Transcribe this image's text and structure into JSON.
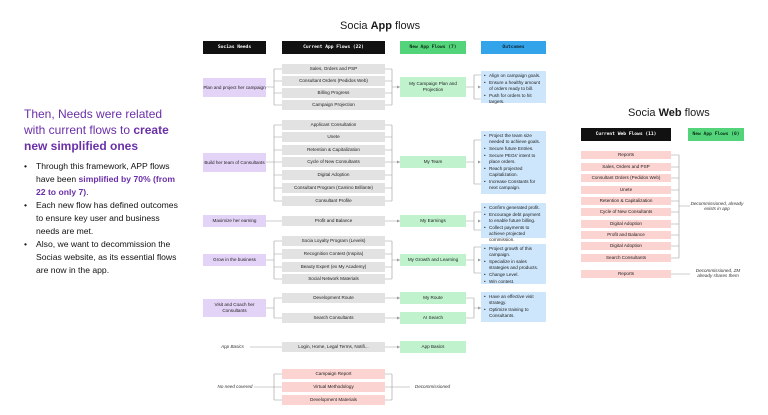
{
  "app_title": {
    "pre": "Socia ",
    "bold": "App",
    "post": " flows"
  },
  "web_title": {
    "pre": "Socia ",
    "bold": "Web",
    "post": " flows"
  },
  "left": {
    "heading_plain": "Then, Needs were related with current flows to ",
    "heading_highlight": "create new simplified ones",
    "bullets": [
      {
        "a": "Through this framework, APP flows have been ",
        "b": "simplified by 70% (from 22 to only 7)",
        "c": "."
      },
      {
        "a": "Each new flow has defined outcomes to ensure key user and business needs are met.",
        "b": "",
        "c": ""
      },
      {
        "a": "Also, we want to decommission the Socias website, as its essential flows are now in the app.",
        "b": "",
        "c": ""
      }
    ]
  },
  "headers": {
    "needs": "Socias Needs",
    "current": "Current App Flows (22)",
    "new": "New App Flows (7)",
    "outcomes": "Outcomes",
    "web_current": "Current Web Flows (11)",
    "web_new": "New App Flows (0)"
  },
  "needs": [
    "Plan and project her campaign",
    "Build her team of Consultants",
    "Maximize her earning",
    "Grow in the business",
    "Visit and Coach her Consultants"
  ],
  "current_flows": [
    "Sales, Orders and PSP",
    "Consultant Orders (Pedidos Web)",
    "Billing Progress",
    "Campaign Projection",
    "Applicant Consultation",
    "Unete",
    "Retention & Capitalization",
    "Cycle of New Consultants",
    "Digital Adoption",
    "Consultant Program (Camino Brillante)",
    "Consultant Profile",
    "Profit and Balance",
    "Socia Loyalty Program (Levels)",
    "Recognition Contest (Inspira)",
    "Beauty Expert (ex My Academy)",
    "Social Network Materials",
    "Development Route",
    "Search Consultants"
  ],
  "new_flows": [
    "My Campaign Plan and Projection",
    "My Team",
    "My Earnings",
    "My Growth and Learning",
    "My Route",
    "AI Search",
    "App Basics"
  ],
  "outcomes": [
    [
      "Align on campaign goals.",
      "Ensure a healthy amount of orders ready to bill.",
      "Push for orders to hit targets."
    ],
    [
      "Project the team size needed to achieve goals.",
      "Secure future Entries.",
      "Secure PEGs' intent to place orders.",
      "Reach projected Capitalization.",
      "Increase Constants for next campaign."
    ],
    [
      "Confirm generated profit.",
      "Encourage debt payment to enable future billing.",
      "Collect payments to achieve projected commission."
    ],
    [
      "Project growth of this campaign.",
      "Specialize in sales strategies and products.",
      "Change Level.",
      "Win contest."
    ],
    [
      "Have an effective visit strategy.",
      "Optimize training to Consultants."
    ]
  ],
  "app_basics": {
    "label": "App Basics",
    "current": "Login, Home, Legal Terms, Notifi..."
  },
  "not_covered": {
    "label": "No need covered",
    "items": [
      "Campaign Report",
      "Virtual Methodology",
      "Development Materials"
    ],
    "note": "Decommissioned"
  },
  "web_flows": [
    "Reports",
    "Sales, Orders and PSP",
    "Consultant Orders (Pedidos Web)",
    "Unete",
    "Retention & Capitalization",
    "Cycle of New Consultants",
    "Digital Adoption",
    "Profit and Balance",
    "Digital Adoption",
    "Search Consultants"
  ],
  "web_reports": "Reports",
  "web_notes": {
    "a": "Decommissioned, already exists in app",
    "b": "Decommissioned, ZM already shares them"
  }
}
